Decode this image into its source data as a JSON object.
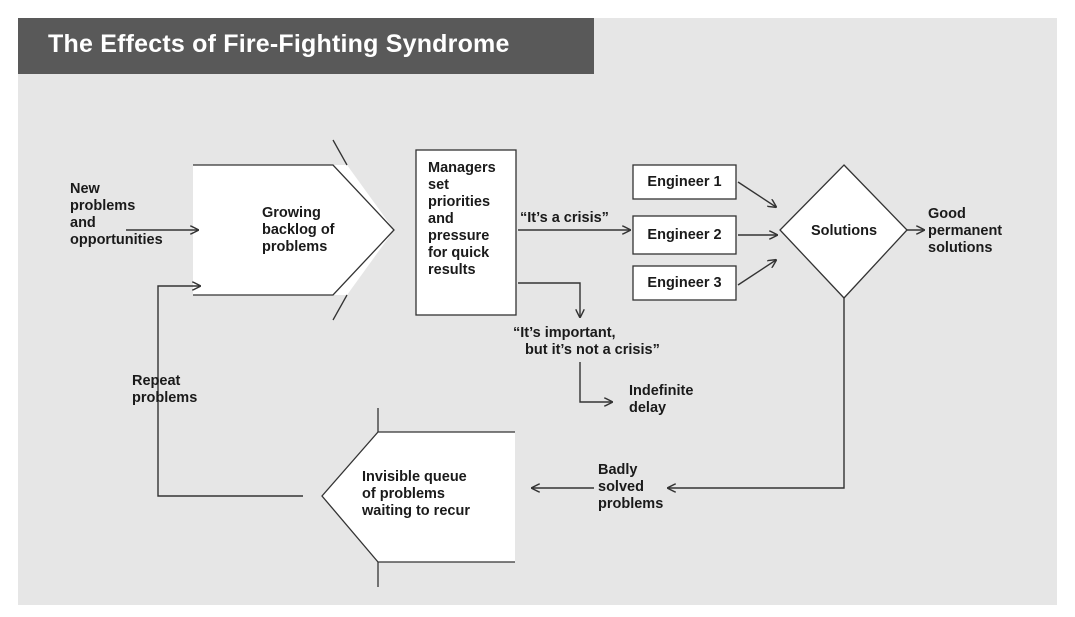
{
  "title": "The Effects of Fire-Fighting Syndrome",
  "colors": {
    "background": "#e6e6e6",
    "title_bar": "#595959",
    "title_text": "#ffffff",
    "shape_fill": "#ffffff",
    "line": "#333333"
  },
  "nodes": {
    "new_input": [
      "New",
      "problems",
      "and",
      "opportunities"
    ],
    "backlog": [
      "Growing",
      "backlog of",
      "problems"
    ],
    "managers": [
      "Managers",
      "set",
      "priorities",
      "and",
      "pressure",
      "for quick",
      "results"
    ],
    "engineer_1": "Engineer 1",
    "engineer_2": "Engineer 2",
    "engineer_3": "Engineer 3",
    "solutions": "Solutions",
    "good_solutions": [
      "Good",
      "permanent",
      "solutions"
    ],
    "important": [
      "“It’s important,",
      "but it’s not a crisis”"
    ],
    "delay": [
      "Indefinite",
      "delay"
    ],
    "badly_solved": [
      "Badly",
      "solved",
      "problems"
    ],
    "queue": [
      "Invisible queue",
      "of problems",
      "waiting to recur"
    ],
    "repeat": [
      "Repeat",
      "problems"
    ]
  },
  "edge_labels": {
    "crisis": "“It’s a crisis”"
  }
}
